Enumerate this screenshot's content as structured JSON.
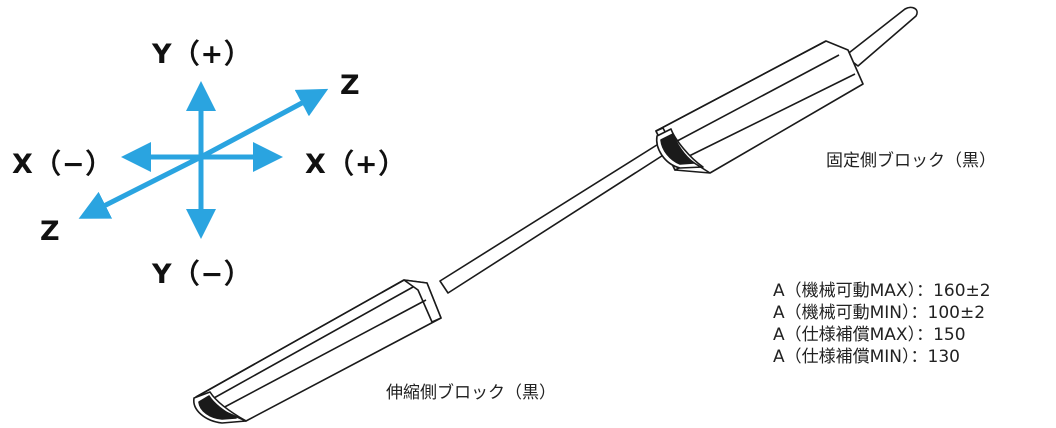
{
  "axes": {
    "y_plus": "Y（+）",
    "y_minus": "Y（−）",
    "x_plus": "X（+）",
    "x_minus": "X（−）",
    "z_upper": "Z",
    "z_lower": "Z",
    "arrow_color": "#2aa4e0"
  },
  "labels": {
    "fixed_block": "固定側ブロック（黒）",
    "moving_block": "伸縮側ブロック（黒）"
  },
  "specs": [
    "A（機械可動MAX）：160±2",
    "A（機械可動MIN）：100±2",
    "A（仕様補償MAX）：150",
    "A（仕様補償MIN）：130"
  ]
}
